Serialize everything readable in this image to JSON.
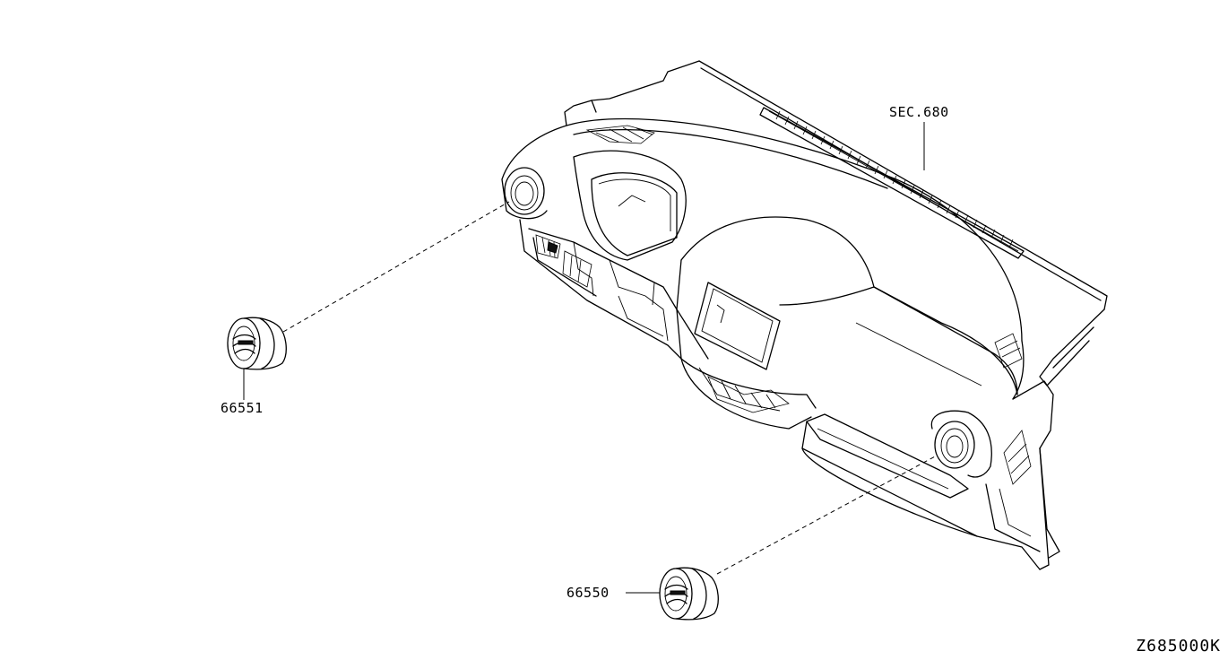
{
  "diagram": {
    "callouts": {
      "vent_left": "66551",
      "vent_right": "66550",
      "section_ref": "SEC.680"
    },
    "illustration_code": "Z685000K"
  }
}
